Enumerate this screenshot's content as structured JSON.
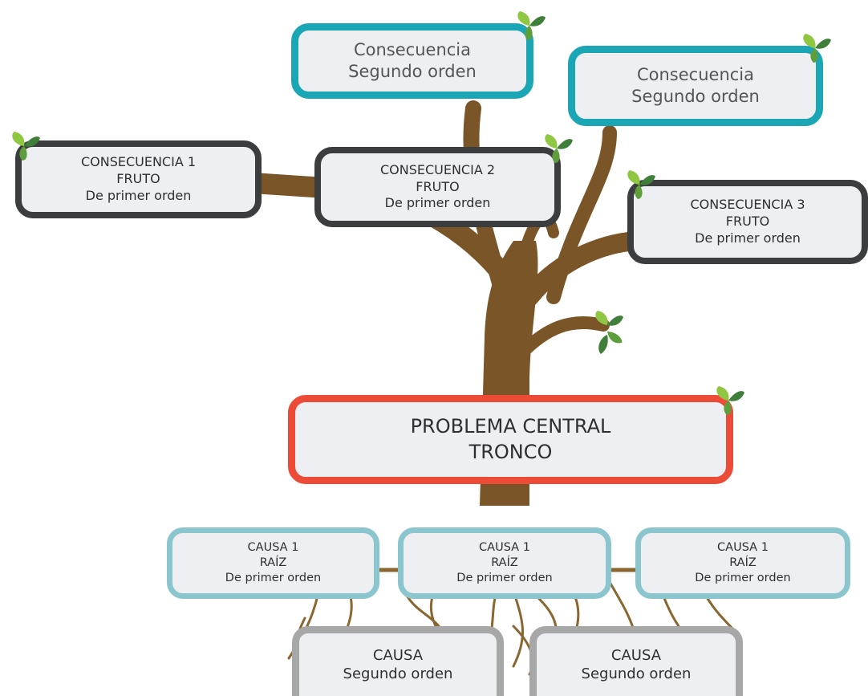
{
  "colors": {
    "trunk": "#7a5527",
    "roots": "#8a6630",
    "leaf_light": "#8fc742",
    "leaf_dark": "#3f7f3a",
    "second_order_consequence_border": "#1aa6b4",
    "first_order_consequence_border": "#3c3d3f",
    "central_problem_border": "#ec4c37",
    "first_order_cause_border": "#8bc6cf",
    "second_order_cause_border": "#a7a7a7",
    "box_fill": "#eeeff2"
  },
  "consecuencias_segundo_orden": [
    {
      "line1": "Consecuencia",
      "line2": "Segundo orden"
    },
    {
      "line1": "Consecuencia",
      "line2": "Segundo orden"
    }
  ],
  "consecuencias_primer_orden": [
    {
      "line1": "CONSECUENCIA 1",
      "line2": "FRUTO",
      "line3": "De primer orden"
    },
    {
      "line1": "CONSECUENCIA 2",
      "line2": "FRUTO",
      "line3": "De primer orden"
    },
    {
      "line1": "CONSECUENCIA 3",
      "line2": "FRUTO",
      "line3": "De primer orden"
    }
  ],
  "problema_central": {
    "line1": "PROBLEMA CENTRAL",
    "line2": "TRONCO"
  },
  "causas_primer_orden": [
    {
      "line1": "CAUSA 1",
      "line2": "RAÍZ",
      "line3": "De primer orden"
    },
    {
      "line1": "CAUSA 1",
      "line2": "RAÍZ",
      "line3": "De primer orden"
    },
    {
      "line1": "CAUSA 1",
      "line2": "RAÍZ",
      "line3": "De primer orden"
    }
  ],
  "causas_segundo_orden": [
    {
      "line1": "CAUSA",
      "line2": "Segundo orden"
    },
    {
      "line1": "CAUSA",
      "line2": "Segundo orden"
    }
  ]
}
